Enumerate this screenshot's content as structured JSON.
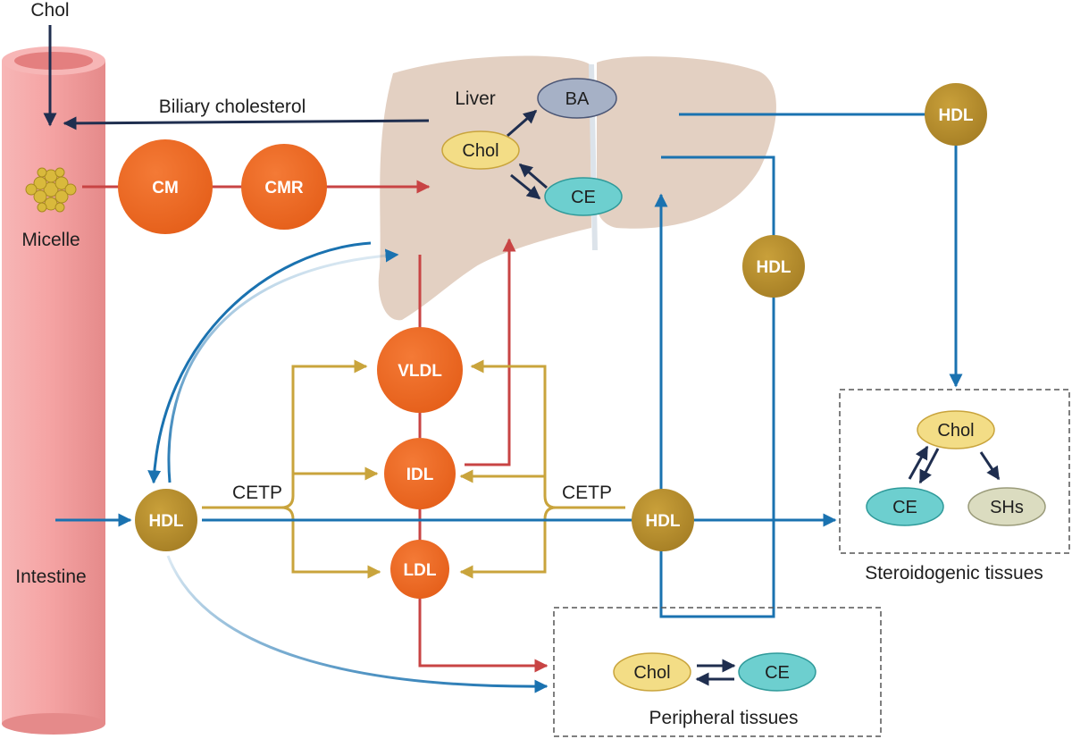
{
  "labels": {
    "chol_input": "Chol",
    "biliary": "Biliary cholesterol",
    "micelle": "Micelle",
    "intestine": "Intestine",
    "liver": "Liver",
    "steroidogenic": "Steroidogenic tissues",
    "peripheral": "Peripheral tissues",
    "cetp_left": "CETP",
    "cetp_right": "CETP"
  },
  "lipoproteins": {
    "cm": "CM",
    "cmr": "CMR",
    "vldl": "VLDL",
    "idl": "IDL",
    "ldl": "LDL",
    "hdl_left": "HDL",
    "hdl_center": "HDL",
    "hdl_top_right": "HDL",
    "hdl_mid_right": "HDL"
  },
  "liver_pool": {
    "ba": "BA",
    "chol": "Chol",
    "ce": "CE"
  },
  "steroid_pool": {
    "chol": "Chol",
    "ce": "CE",
    "shs": "SHs"
  },
  "peripheral_pool": {
    "chol": "Chol",
    "ce": "CE"
  },
  "colors": {
    "blue": "#1a72b0",
    "red": "#c84444",
    "gold": "#c9a43c",
    "navy": "#1f2e4f",
    "orange": "#ef6a24",
    "hdl": "#b48c2c",
    "chol": "#f3dd86",
    "ce": "#6dcfcf",
    "ba": "#a6b1c6",
    "shs": "#dbdcc0",
    "liver": "#e3d0c2",
    "intestine": "#f5a4a4"
  }
}
